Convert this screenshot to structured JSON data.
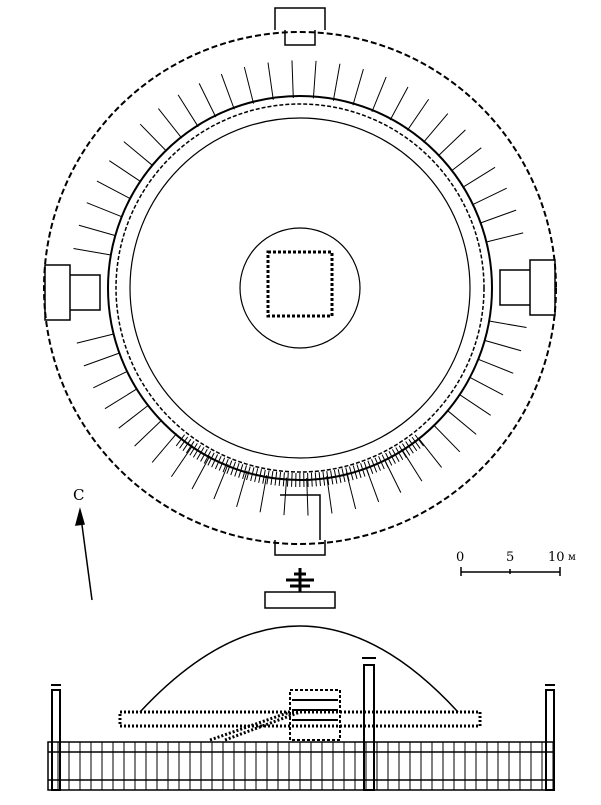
{
  "north_arrow": {
    "label": "С"
  },
  "scale_bar": {
    "ticks": [
      "0",
      "5",
      "10"
    ],
    "unit": "м"
  }
}
